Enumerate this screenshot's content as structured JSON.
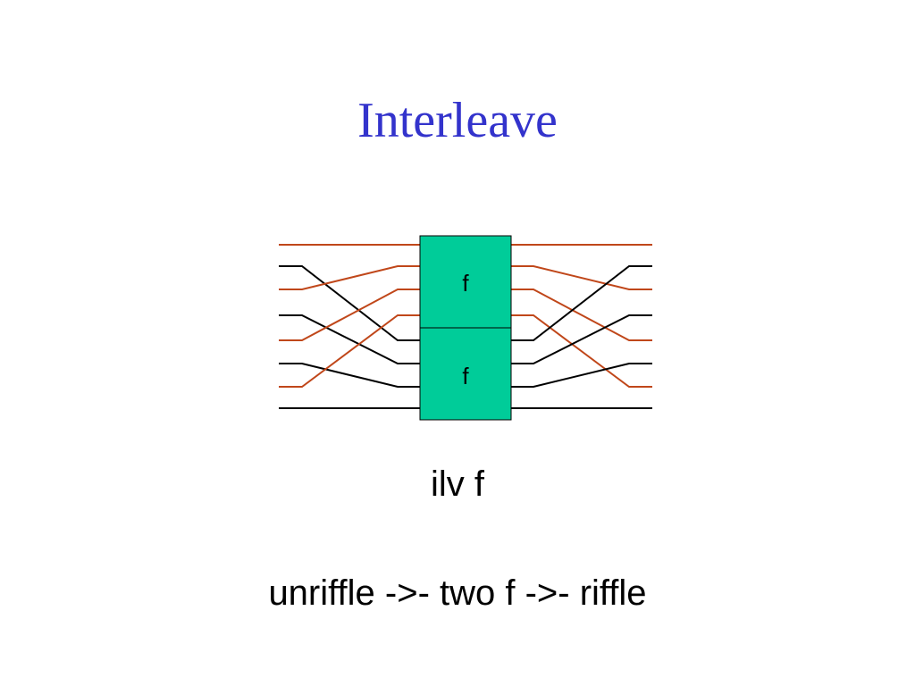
{
  "title": "Interleave",
  "boxes": {
    "top_label": "f",
    "bottom_label": "f"
  },
  "caption_main": "ilv f",
  "caption_expansion": "unriffle ->- two f ->- riffle",
  "colors": {
    "title": "#3333cc",
    "box_fill": "#00cc99",
    "wire_orange": "#c0471a",
    "wire_black": "#000000"
  }
}
